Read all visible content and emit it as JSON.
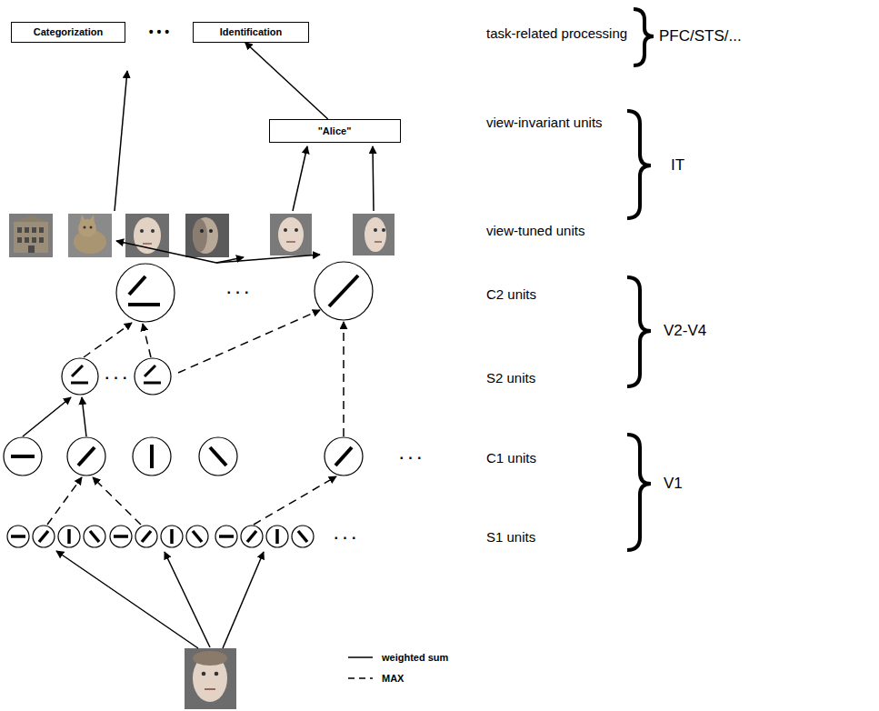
{
  "diagram": {
    "nodes": [
      {
        "text": [
          "Categorization"
        ]
      },
      {
        "text": [
          "Identification"
        ]
      },
      {
        "text": [
          "\"Alice\""
        ]
      }
    ],
    "edges": [
      {
        "from": 2,
        "to": 1,
        "arrow": "to"
      }
    ],
    "labels": [
      "• • •",
      "task-related processing",
      "PFC/STS/...",
      "view-invariant units",
      "IT",
      "view-tuned units",
      "· · ·",
      "C2 units",
      "V2-V4",
      "· · ·",
      "S2 units",
      "· · ·",
      "C1 units",
      "V1",
      "· · ·",
      "S1 units"
    ],
    "legend": [
      {
        "text": "weighted sum"
      },
      {
        "text": "MAX"
      }
    ]
  }
}
